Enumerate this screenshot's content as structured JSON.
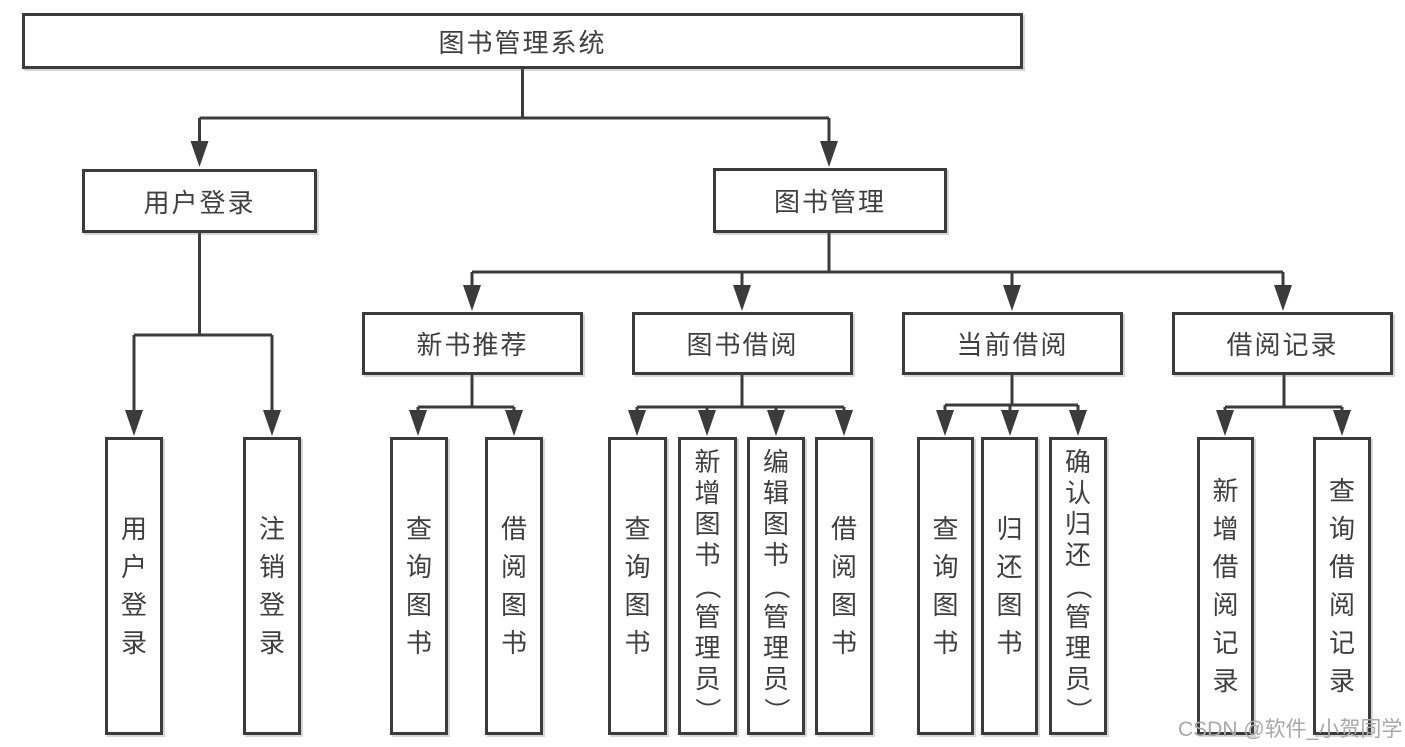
{
  "diagram": {
    "type": "hierarchy-tree",
    "title": "图书管理系统",
    "tree": {
      "root": "图书管理系统",
      "children": [
        {
          "node": "用户登录",
          "children": [
            "用户登录",
            "注销登录"
          ]
        },
        {
          "node": "图书管理",
          "children": [
            {
              "node": "新书推荐",
              "children": [
                "查询图书",
                "借阅图书"
              ]
            },
            {
              "node": "图书借阅",
              "children": [
                "查询图书",
                "新增图书（管理员）",
                "编辑图书（管理员）",
                "借阅图书"
              ]
            },
            {
              "node": "当前借阅",
              "children": [
                "查询图书",
                "归还图书",
                "确认归还（管理员）"
              ]
            },
            {
              "node": "借阅记录",
              "children": [
                "新增借阅记录",
                "查询借阅记录"
              ]
            }
          ]
        }
      ]
    }
  },
  "nodes": {
    "root": {
      "label": "图书管理系统"
    },
    "user_login": {
      "label": "用户登录"
    },
    "book_mgmt": {
      "label": "图书管理"
    },
    "new_rec": {
      "label": "新书推荐"
    },
    "book_borrow": {
      "label": "图书借阅"
    },
    "cur_borrow": {
      "label": "当前借阅"
    },
    "borrow_rec": {
      "label": "借阅记录"
    },
    "leaf_login": {
      "label": "用户登录"
    },
    "leaf_logout": {
      "label": "注销登录"
    },
    "leaf_rec_query": {
      "label": "查询图书"
    },
    "leaf_rec_borrow": {
      "label": "借阅图书"
    },
    "leaf_bb_query": {
      "label": "查询图书"
    },
    "leaf_bb_add": {
      "label": "新增图书（管理员）"
    },
    "leaf_bb_edit": {
      "label": "编辑图书（管理员）"
    },
    "leaf_bb_borrow": {
      "label": "借阅图书"
    },
    "leaf_cb_query": {
      "label": "查询图书"
    },
    "leaf_cb_return": {
      "label": "归还图书"
    },
    "leaf_cb_confirm": {
      "label": "确认归还（管理员）"
    },
    "leaf_br_add": {
      "label": "新增借阅记录"
    },
    "leaf_br_query": {
      "label": "查询借阅记录"
    }
  },
  "watermark": {
    "text": "CSDN @软件_小贺同学"
  },
  "colors": {
    "line": "#3b3b3b",
    "text": "#3f3f3f",
    "box_background": "#ffffff",
    "watermark": "#a9a9a9",
    "background": "#ffffff"
  }
}
